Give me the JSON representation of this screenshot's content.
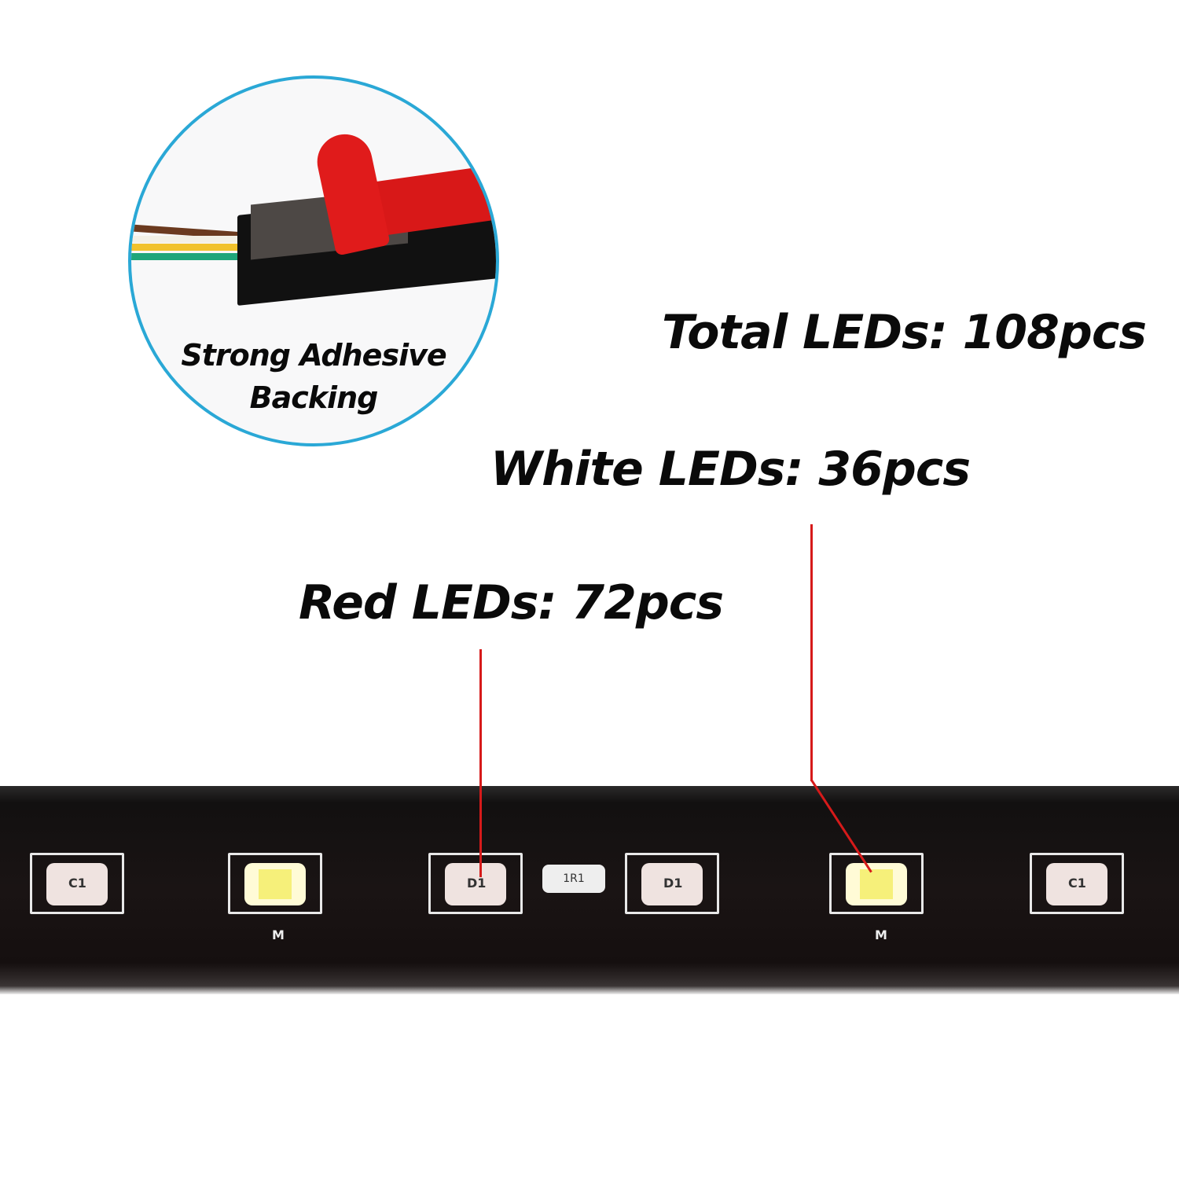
{
  "inset": {
    "caption_line1": "Strong Adhesive",
    "caption_line2": "Backing",
    "border_color": "#2aa8d6",
    "wire_colors": [
      "#6b3a1f",
      "#f3f0e6",
      "#f1c22b",
      "#1ea67a"
    ]
  },
  "callouts": {
    "total": "Total LEDs: 108pcs",
    "white": "White LEDs: 36pcs",
    "red": "Red LEDs: 72pcs",
    "pointer_color": "#d61a1a"
  },
  "strip": {
    "leds": [
      {
        "type": "red",
        "mark": "C1"
      },
      {
        "type": "white",
        "mark": ""
      },
      {
        "type": "red",
        "mark": "D1"
      },
      {
        "type": "red",
        "mark": "D1"
      },
      {
        "type": "white",
        "mark": ""
      },
      {
        "type": "red",
        "mark": "C1"
      }
    ],
    "silk_label": "M",
    "resistor_label": "1R1"
  }
}
